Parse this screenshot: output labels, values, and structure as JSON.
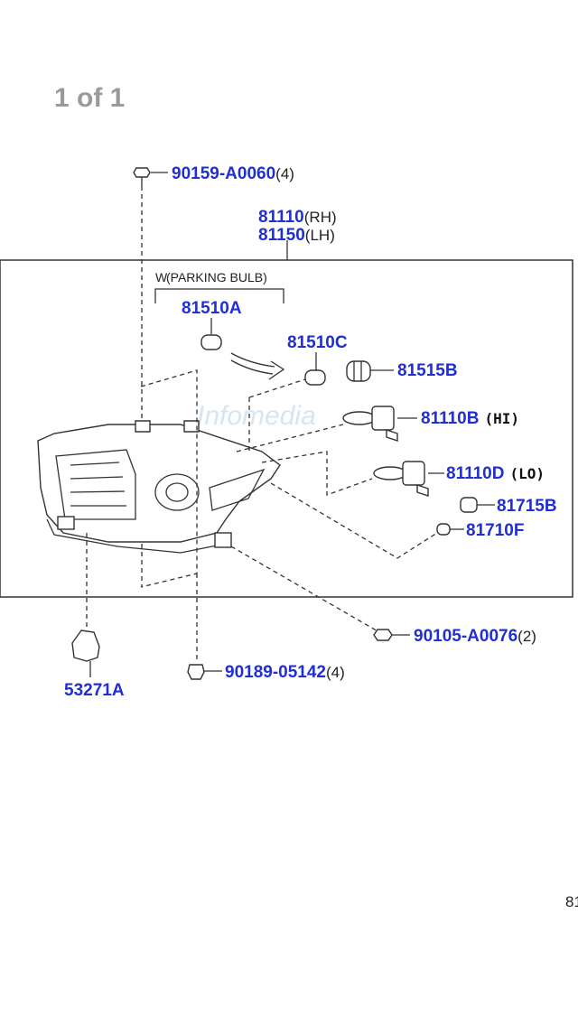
{
  "viewer": {
    "page_counter": "1 of 1"
  },
  "watermark": "Infomedia",
  "diagram": {
    "box_note_prefix": "W",
    "box_note": "(PARKING BULB)",
    "cut_label": "81",
    "parts": [
      {
        "id": "90159-A0060",
        "suffix": "(4)"
      },
      {
        "id": "81110",
        "suffix": "(RH)"
      },
      {
        "id": "81150",
        "suffix": "(LH)"
      },
      {
        "id": "81510A",
        "suffix": ""
      },
      {
        "id": "81510C",
        "suffix": ""
      },
      {
        "id": "81515B",
        "suffix": ""
      },
      {
        "id": "81110B",
        "suffix": "(HI)"
      },
      {
        "id": "81110D",
        "suffix": "(LO)"
      },
      {
        "id": "81715B",
        "suffix": ""
      },
      {
        "id": "81710F",
        "suffix": ""
      },
      {
        "id": "90105-A0076",
        "suffix": "(2)"
      },
      {
        "id": "90189-05142",
        "suffix": "(4)"
      },
      {
        "id": "53271A",
        "suffix": ""
      }
    ]
  }
}
